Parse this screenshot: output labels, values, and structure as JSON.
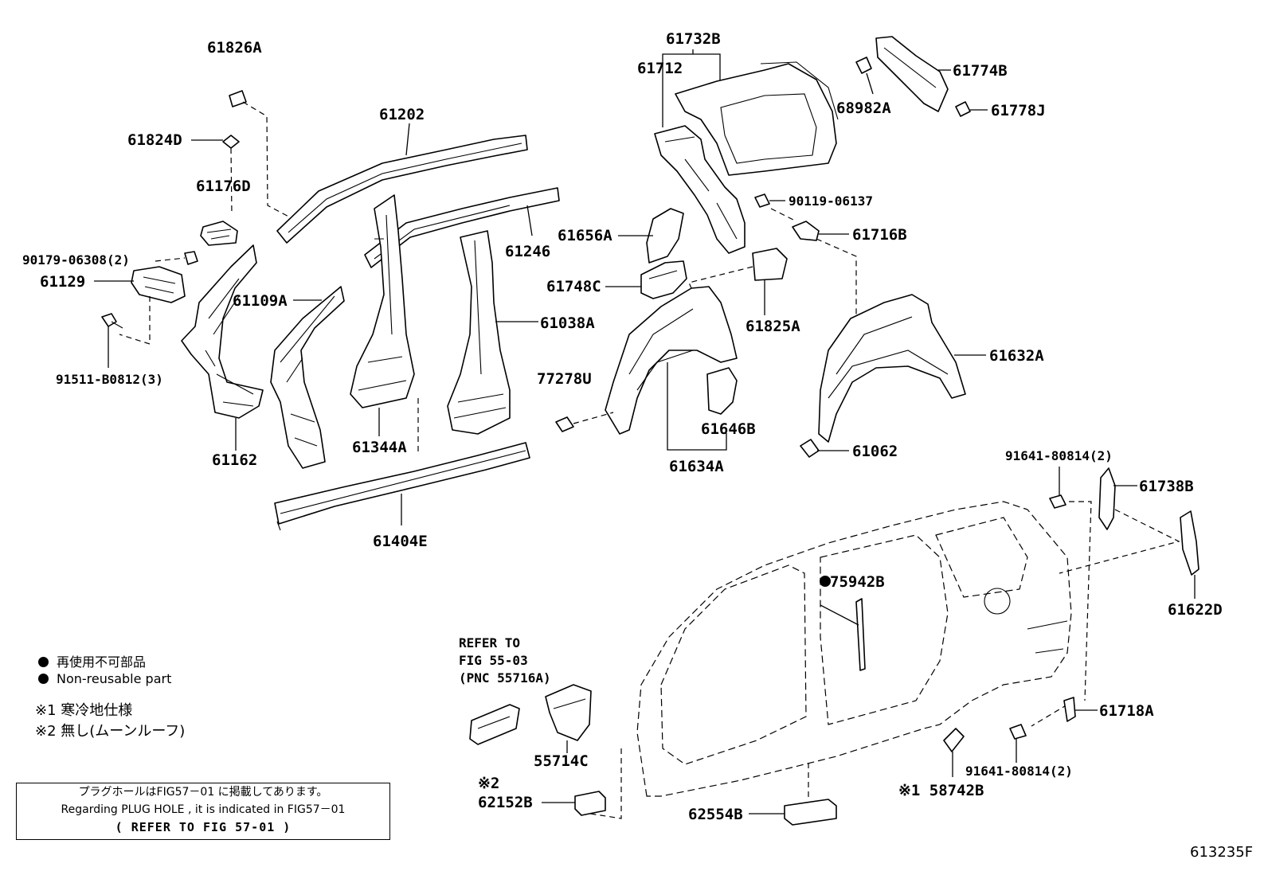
{
  "parts": {
    "p61826A": "61826A",
    "p61824D": "61824D",
    "p61176D": "61176D",
    "p90179": "90179-06308(2)",
    "p61129": "61129",
    "p91511": "91511-B0812(3)",
    "p61162": "61162",
    "p61109A": "61109A",
    "p61202": "61202",
    "p61246": "61246",
    "p61344A": "61344A",
    "p61038A": "61038A",
    "p61404E": "61404E",
    "p61732B": "61732B",
    "p61712": "61712",
    "p61656A": "61656A",
    "p61748C": "61748C",
    "p77278U": "77278U",
    "p61634A": "61634A",
    "p61646B": "61646B",
    "p61825A": "61825A",
    "p90119": "90119-06137",
    "p61716B": "61716B",
    "p68982A": "68982A",
    "p61774B": "61774B",
    "p61778J": "61778J",
    "p61632A": "61632A",
    "p61062": "61062",
    "p91641a": "91641-80814(2)",
    "p61738B": "61738B",
    "p61622D": "61622D",
    "p75942B": "75942B",
    "p61718A": "61718A",
    "p91641b": "91641-80814(2)",
    "p58742B": "※1 58742B",
    "p62554B": "62554B",
    "p62152B": "62152B",
    "p62152B_mark": "※2",
    "p55714C": "55714C"
  },
  "legend": {
    "jp_nonreusable": "再使用不可部品",
    "en_nonreusable": "Non-reusable part",
    "note1": "※1 寒冷地仕様",
    "note2": "※2 無し(ムーンルーフ)"
  },
  "refer": {
    "line1": "REFER TO",
    "line2": "FIG 55-03",
    "line3": "(PNC 55716A)"
  },
  "note_box": {
    "line1": "プラグホールはFIG57－01 に掲載してあります。",
    "line2": "Regarding PLUG HOLE , it is indicated in FIG57－01",
    "line3": "(     REFER TO FIG 57-01          )"
  },
  "figure_number": "613235F"
}
